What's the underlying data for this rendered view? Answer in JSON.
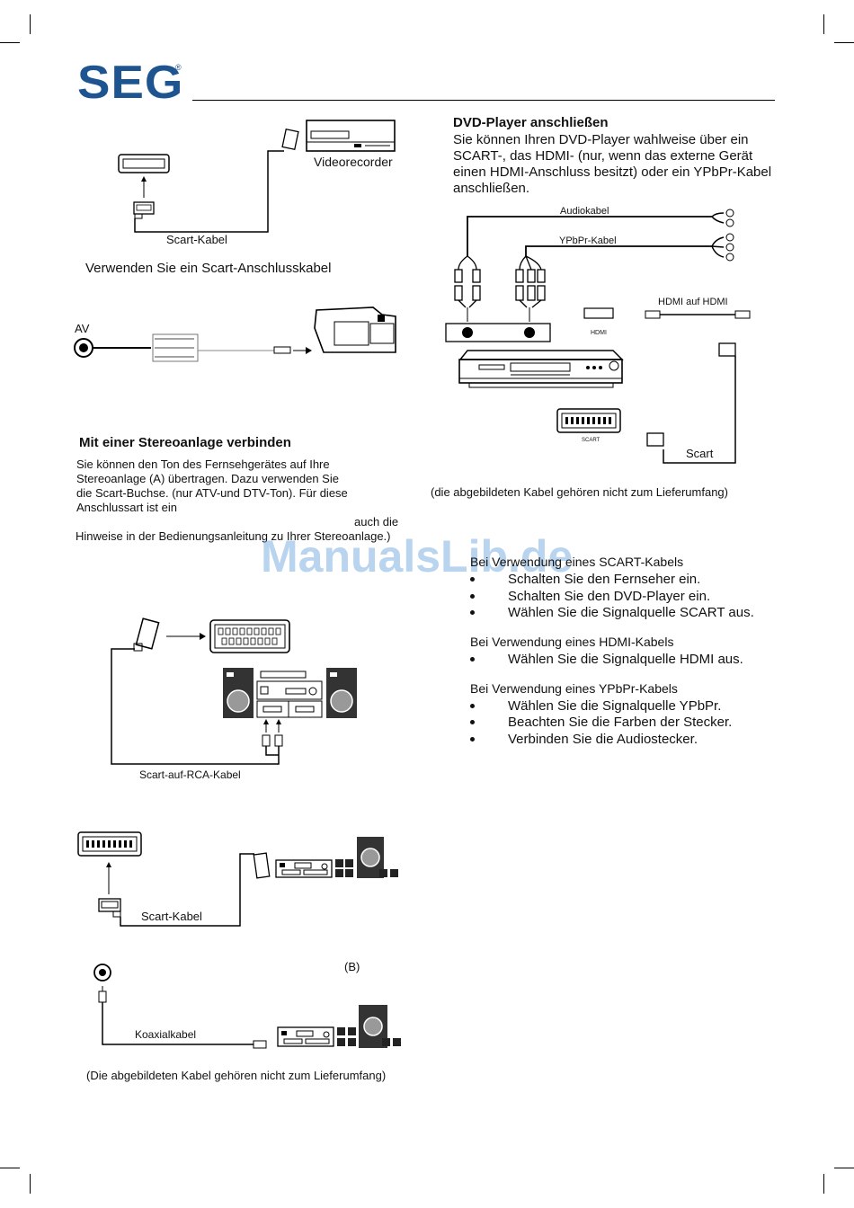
{
  "header": {
    "logo": "SEG",
    "logo_mark": "®"
  },
  "watermark": "ManualsLib.de",
  "left": {
    "vcr_label": "Videorecorder",
    "scart_cable_label": "Scart-Kabel",
    "scart_caption": "Verwenden Sie ein Scart-Anschlusskabel",
    "av_label": "AV",
    "stereo_heading": "Mit einer Stereoanlage verbinden",
    "stereo_lines": [
      "Sie können den Ton des Fernsehgerätes auf Ihre",
      "Stereoanlage (A) übertragen. Dazu verwenden Sie",
      "die Scart-Buchse. (nur ATV-und DTV-Ton). Für diese",
      "Anschlussart ist ein",
      "auch die",
      "Hinweise in der Bedienungsanleitung zu Ihrer Stereoanlage.)"
    ],
    "scart_rca_label": "Scart-auf-RCA-Kabel",
    "scart_cable_label2": "Scart-Kabel",
    "b_label": "(B)",
    "coax_label": "Koaxialkabel",
    "footnote": "(Die abgebildeten Kabel gehören nicht zum Lieferumfang)"
  },
  "right": {
    "dvd_heading": "DVD-Player anschließen",
    "dvd_lines": [
      "Sie können Ihren DVD-Player wahlweise über ein",
      "SCART-, das HDMI- (nur, wenn das externe Gerät",
      "einen HDMI-Anschluss besitzt) oder ein YPbPr-Kabel",
      "anschließen."
    ],
    "audio_cable_label": "Audiokabel",
    "ypbpr_cable_label": "YPbPr-Kabel",
    "hdmi_cable_label": "HDMI auf HDMI",
    "hdmi_port_label": "HDMI",
    "scart_port_label": "SCART",
    "scart_label": "Scart",
    "footnote": "(die abgebildeten Kabel gehören nicht zum Lieferumfang)",
    "scart_section": {
      "title": "Bei Verwendung eines SCART-Kabels",
      "items": [
        "Schalten Sie den Fernseher ein.",
        "Schalten Sie den DVD-Player ein.",
        "Wählen Sie die Signalquelle SCART aus."
      ]
    },
    "hdmi_section": {
      "title": "Bei Verwendung eines HDMI-Kabels",
      "items": [
        "Wählen Sie die Signalquelle HDMI aus."
      ]
    },
    "ypbpr_section": {
      "title": "Bei Verwendung eines YPbPr-Kabels",
      "items": [
        "Wählen Sie die Signalquelle YPbPr.",
        "Beachten Sie die Farben der Stecker.",
        "Verbinden Sie die Audiostecker."
      ]
    }
  }
}
